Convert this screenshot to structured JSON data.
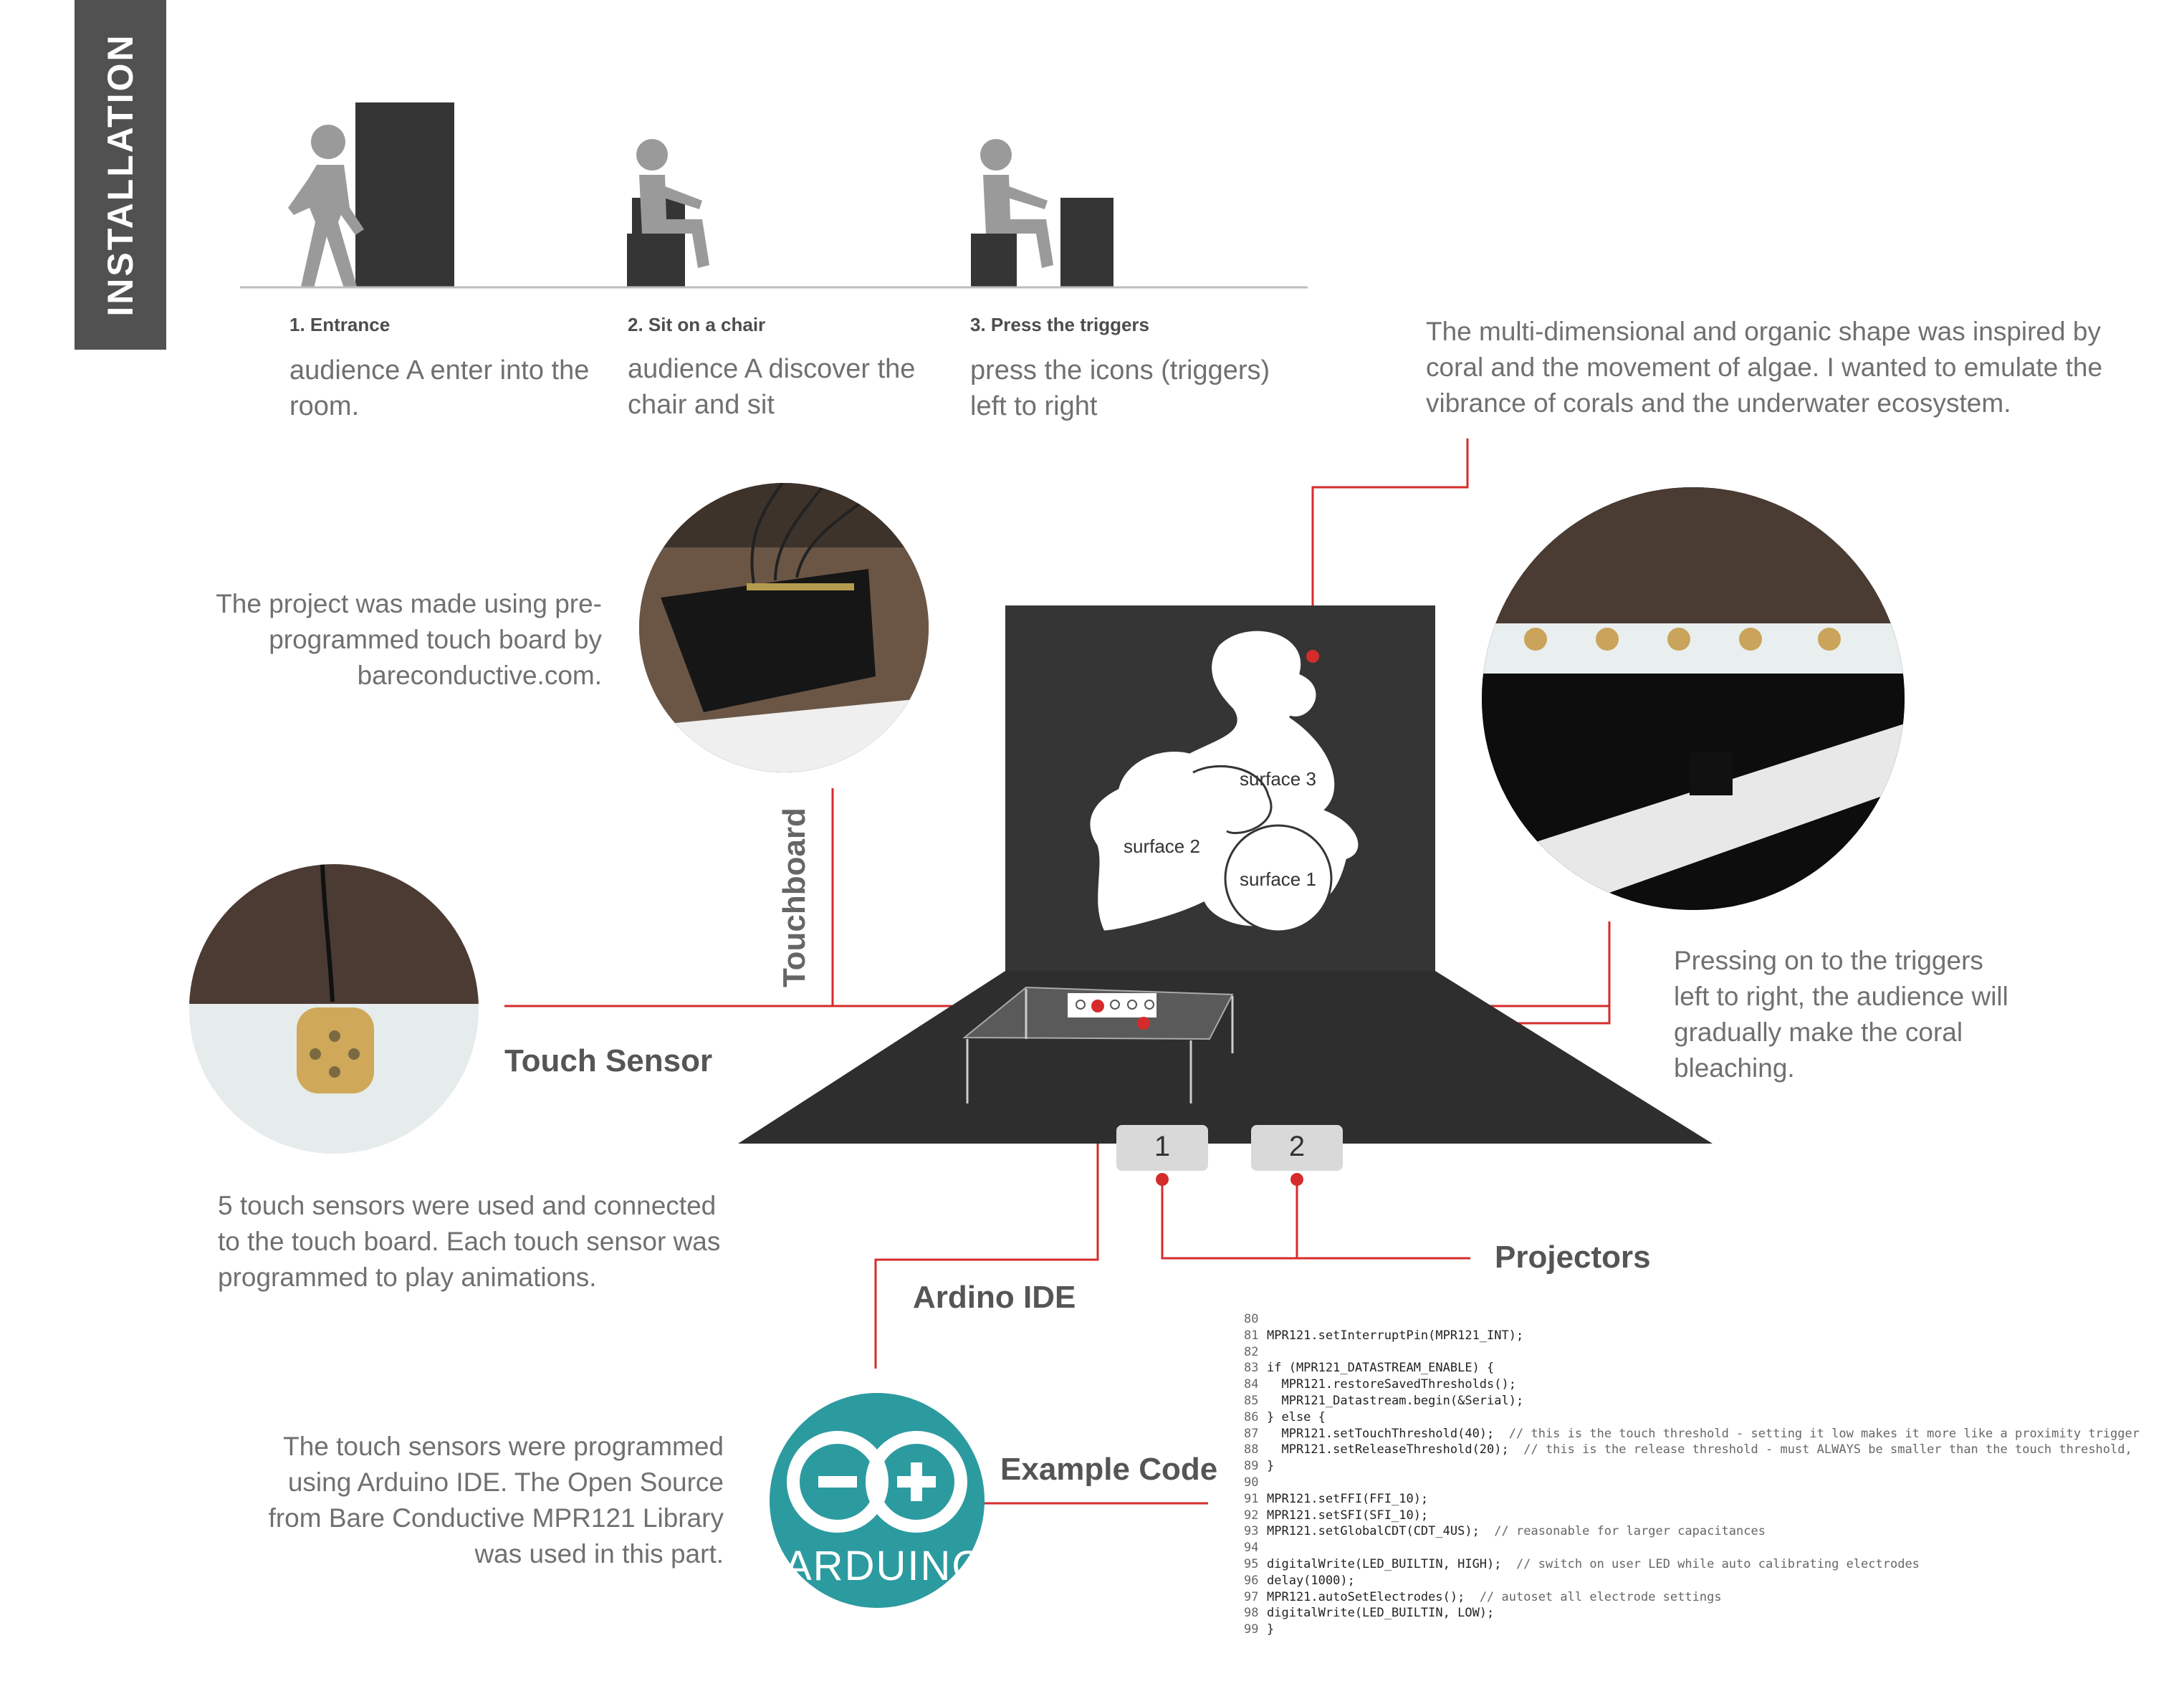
{
  "sidebar": {
    "title": "INSTALLATION"
  },
  "steps": [
    {
      "title": "1. Entrance",
      "desc": "audience A enter into the room."
    },
    {
      "title": "2. Sit on a chair",
      "desc": "audience A discover the chair and sit"
    },
    {
      "title": "3. Press the triggers",
      "desc": "press the icons (triggers) left to right"
    }
  ],
  "notes": {
    "coral": "The multi-dimensional and organic shape was inspired by coral and the movement of algae. I wanted to emulate the vibrance of corals and the underwater ecosystem.",
    "touchboard_note": "The project was made using pre-programmed touch board by bareconductive.com.",
    "pressing": "Pressing on to the triggers left to right, the audience will gradually make the coral bleaching.",
    "sensors": "5 touch sensors were used and connected to the touch board. Each touch sensor was programmed to play animations.",
    "arduino": "The touch sensors were programmed using Arduino IDE. The Open Source from Bare Conductive MPR121 Library was used in this part."
  },
  "labels": {
    "touchboard": "Touchboard",
    "touch_sensor": "Touch Sensor",
    "projectors": "Projectors",
    "ide": "Ardino IDE",
    "example_code": "Example Code",
    "arduino_logo": "ARDUINO",
    "surface1": "surface 1",
    "surface2": "surface 2",
    "surface3": "surface 3",
    "projector1": "1",
    "projector2": "2"
  },
  "colors": {
    "accent": "#d62b2b",
    "dark": "#353535",
    "teal": "#2c9ba0"
  },
  "code": [
    {
      "n": "80",
      "t": ""
    },
    {
      "n": "81",
      "t": "MPR121.setInterruptPin(MPR121_INT);"
    },
    {
      "n": "82",
      "t": ""
    },
    {
      "n": "83",
      "t": "if (MPR121_DATASTREAM_ENABLE) {"
    },
    {
      "n": "84",
      "t": "  MPR121.restoreSavedThresholds();"
    },
    {
      "n": "85",
      "t": "  MPR121_Datastream.begin(&Serial);"
    },
    {
      "n": "86",
      "t": "} else {"
    },
    {
      "n": "87",
      "t": "  MPR121.setTouchThreshold(40);  // this is the touch threshold - setting it low makes it more like a proximity trigger"
    },
    {
      "n": "88",
      "t": "  MPR121.setReleaseThreshold(20);  // this is the release threshold - must ALWAYS be smaller than the touch threshold,"
    },
    {
      "n": "89",
      "t": "}"
    },
    {
      "n": "90",
      "t": ""
    },
    {
      "n": "91",
      "t": "MPR121.setFFI(FFI_10);"
    },
    {
      "n": "92",
      "t": "MPR121.setSFI(SFI_10);"
    },
    {
      "n": "93",
      "t": "MPR121.setGlobalCDT(CDT_4US);  // reasonable for larger capacitances"
    },
    {
      "n": "94",
      "t": ""
    },
    {
      "n": "95",
      "t": "digitalWrite(LED_BUILTIN, HIGH);  // switch on user LED while auto calibrating electrodes"
    },
    {
      "n": "96",
      "t": "delay(1000);"
    },
    {
      "n": "97",
      "t": "MPR121.autoSetElectrodes();  // autoset all electrode settings"
    },
    {
      "n": "98",
      "t": "digitalWrite(LED_BUILTIN, LOW);"
    },
    {
      "n": "99",
      "t": "}"
    }
  ]
}
